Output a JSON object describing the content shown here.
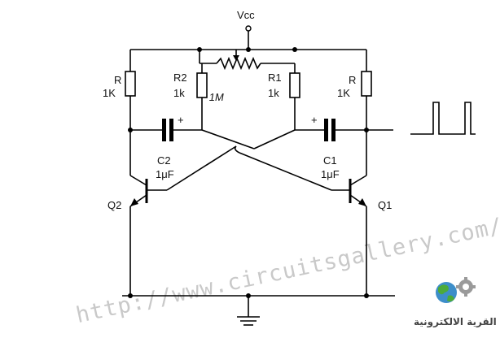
{
  "supply_label": "Vcc",
  "components": {
    "r_left": {
      "name": "R",
      "value": "1K"
    },
    "r_right": {
      "name": "R",
      "value": "1K"
    },
    "r2": {
      "name": "R2",
      "value": "1k"
    },
    "r1": {
      "name": "R1",
      "value": "1k"
    },
    "pot_mark": "1M",
    "c2": {
      "name": "C2",
      "value": "1μF",
      "polarity": "+"
    },
    "c1": {
      "name": "C1",
      "value": "1μF",
      "polarity": "+"
    },
    "q2": "Q2",
    "q1": "Q1"
  },
  "watermark": "http://www.circuitsgallery.com/",
  "logo_text": "القرية الالكترونية",
  "icons": {
    "logo": "globe-gear-icon",
    "output": "square-wave-icon",
    "ground": "ground-icon"
  }
}
